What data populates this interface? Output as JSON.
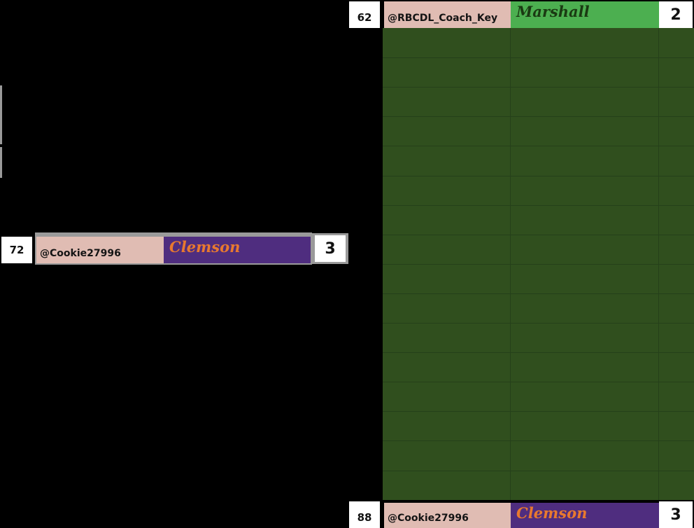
{
  "top_matchup": {
    "seed": "62",
    "coach": "@RBCDL_Coach_Key",
    "team": "Marshall",
    "team_bg": "#4caf50",
    "team_fg": "#1a3a12",
    "score": "2"
  },
  "middle_matchup": {
    "seed": "72",
    "coach": "@Cookie27996",
    "team": "Clemson",
    "team_bg": "#4f2d7f",
    "team_fg": "#e8792f",
    "score": "3"
  },
  "bottom_matchup": {
    "seed": "88",
    "coach": "@Cookie27996",
    "team": "Clemson",
    "team_bg": "#4f2d7f",
    "team_fg": "#e8792f",
    "score": "3"
  },
  "colors": {
    "background": "#000000",
    "grid_fill": "#304f1e",
    "grid_lines": "#25401a",
    "coach_bg": "#e0bcb3",
    "bracket_gray": "#9a9a9a"
  }
}
